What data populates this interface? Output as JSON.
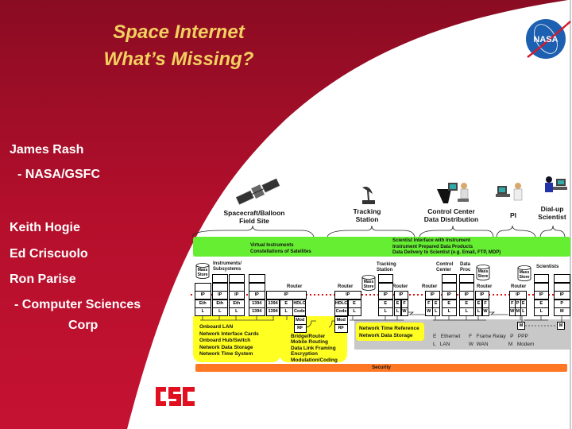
{
  "title": {
    "line1": "Space Internet",
    "line2": "What’s Missing?"
  },
  "authors": [
    {
      "text": "James Rash"
    },
    {
      "text": "- NASA/GSFC"
    },
    {
      "text": "Keith Hogie"
    },
    {
      "text": "Ed Criscuolo"
    },
    {
      "text": "Ron Parise"
    },
    {
      "text": "- Computer Sciences"
    },
    {
      "text": "Corp"
    }
  ],
  "logos": {
    "nasa": "NASA",
    "csc": "CSC"
  },
  "colors": {
    "red": "#c0102f",
    "dark_red": "#8a0c22",
    "title": "#f3d060",
    "green": "#66ee33",
    "yellow": "#ffff22",
    "orange": "#ff7722",
    "gray": "#c8c8c8"
  },
  "sites": {
    "spacecraft": "Spacecraft/Balloon\nField Site",
    "tracking": "Tracking\nStation",
    "control": "Control Center\nData Distribution",
    "pi": "PI",
    "dialup": "Dial-up\nScientist"
  },
  "green_bar": {
    "left": "Virtual Instruments\nConstellations of Satellites",
    "right": "Scientist Interface with Instrument\nInstrument Prepared Data Products\nData Delivery to Scientist (e.g. Email, FTP, MDP)"
  },
  "diagram_labels": {
    "instruments": "Instruments/\nSubsystems",
    "tracking": "Tracking\nStation",
    "control": "Control\nCenter",
    "dataproc": "Data\nProc",
    "scientists": "Scientists",
    "router": "Router",
    "mass_store": "Mass\nStore",
    "modem": "M"
  },
  "stacks": [
    {
      "rows": [
        [
          ""
        ],
        [
          "IP"
        ],
        [
          "Eth"
        ],
        [
          "L"
        ]
      ]
    },
    {
      "rows": [
        [
          ""
        ],
        [
          ""
        ],
        [
          "IP"
        ],
        [
          "Eth"
        ],
        [
          "L"
        ]
      ]
    },
    {
      "rows": [
        [
          ""
        ],
        [
          ""
        ],
        [
          "IP"
        ],
        [
          "Eth"
        ],
        [
          "L"
        ]
      ]
    },
    {
      "rows": [
        [
          ""
        ],
        [
          ""
        ],
        [
          "IP"
        ],
        [
          "1394"
        ],
        [
          "1394"
        ]
      ]
    },
    {
      "rows": [
        [
          "IP"
        ],
        [
          "1394",
          "E",
          "HDLC"
        ],
        [
          "1394",
          "L",
          "Code"
        ]
      ]
    },
    {
      "rows": [
        [
          "Mod"
        ],
        [
          "RF"
        ]
      ]
    },
    {
      "rows": [
        [
          "IP"
        ],
        [
          "HDLC",
          "E"
        ],
        [
          "Code",
          "L"
        ]
      ]
    },
    {
      "rows": [
        [
          "Mod"
        ],
        [
          "RF"
        ]
      ]
    },
    {
      "rows": [
        [
          ""
        ],
        [
          ""
        ],
        [
          "IP"
        ],
        [
          "E"
        ],
        [
          "L"
        ]
      ]
    },
    {
      "rows": [
        [
          "IP"
        ],
        [
          "E",
          "F"
        ],
        [
          "L",
          "W"
        ]
      ]
    },
    {
      "rows": [
        [
          "IP"
        ],
        [
          "F",
          "E"
        ],
        [
          "W",
          "L"
        ]
      ]
    },
    {
      "rows": [
        [
          ""
        ],
        [
          ""
        ],
        [
          "IP"
        ],
        [
          "E"
        ],
        [
          "L"
        ]
      ]
    },
    {
      "rows": [
        [
          ""
        ],
        [
          ""
        ],
        [
          "IP"
        ],
        [
          "E"
        ],
        [
          "L"
        ]
      ]
    },
    {
      "rows": [
        [
          "IP"
        ],
        [
          "E",
          "F"
        ],
        [
          "L",
          "W"
        ]
      ]
    },
    {
      "rows": [
        [
          "IP"
        ],
        [
          "F",
          "P",
          "E"
        ],
        [
          "W",
          "M",
          "L"
        ]
      ]
    },
    {
      "rows": [
        [
          ""
        ],
        [
          ""
        ],
        [
          "IP"
        ],
        [
          "E"
        ],
        [
          "L"
        ]
      ]
    },
    {
      "rows": [
        [
          ""
        ],
        [
          ""
        ],
        [
          "IP"
        ],
        [
          "P"
        ],
        [
          "M"
        ]
      ]
    }
  ],
  "yellow_notes": {
    "onboard": "Onboard LAN\nNetwork Interface Cards\nOnboard Hub/Switch\nNetwork Data Storage\nNetwork Time System",
    "bridge": "Bridge/Router\nMobile Routing\nData Link Framing\nEncryption\nModulation/Coding",
    "ground": "Network Time Reference\nNetwork Data Storage"
  },
  "legend": {
    "line1": "E   Ethernet      F   Frame Relay   P   PPP",
    "line2": "L   LAN             W  WAN              M   Modem"
  },
  "security": "Security"
}
